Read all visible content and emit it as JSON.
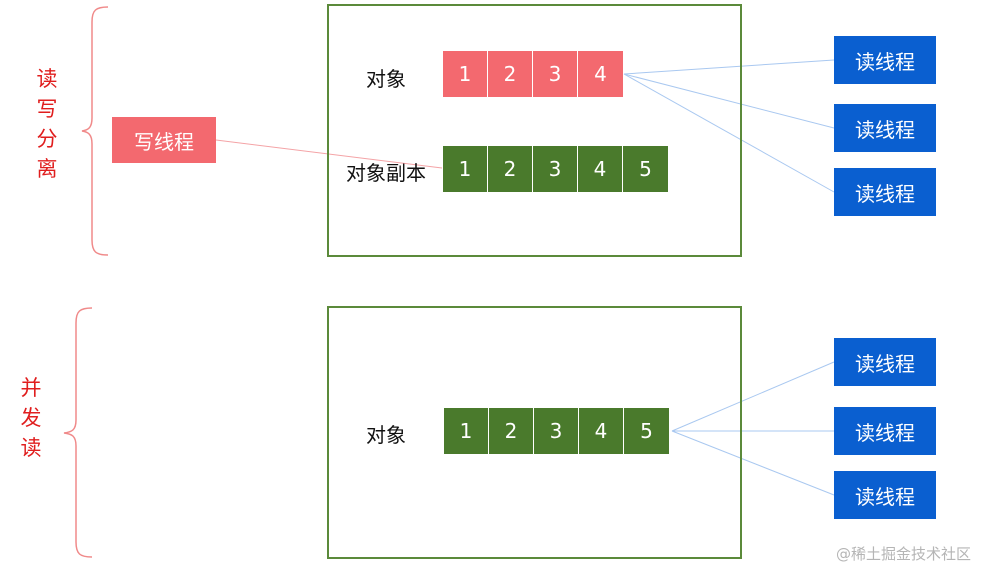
{
  "top": {
    "section_label": "读写分离",
    "object_label": "对象",
    "object_values": [
      "1",
      "2",
      "3",
      "4"
    ],
    "copy_label": "对象副本",
    "copy_values": [
      "1",
      "2",
      "3",
      "4",
      "5"
    ],
    "writer_label": "写线程",
    "readers": [
      "读线程",
      "读线程",
      "读线程"
    ]
  },
  "bottom": {
    "section_label": "并发读",
    "object_label": "对象",
    "object_values": [
      "1",
      "2",
      "3",
      "4",
      "5"
    ],
    "readers": [
      "读线程",
      "读线程",
      "读线程"
    ]
  },
  "watermark": "@稀土掘金技术社区",
  "colors": {
    "frame": "#5b8a3a",
    "object_red": "#f3696f",
    "object_green": "#4a7a2c",
    "reader_blue": "#0a5fd0",
    "section_label_red": "#e01e1e",
    "read_line": "#a9c8f0",
    "write_line": "#f4a3a6",
    "brace": "#f08a8a"
  }
}
